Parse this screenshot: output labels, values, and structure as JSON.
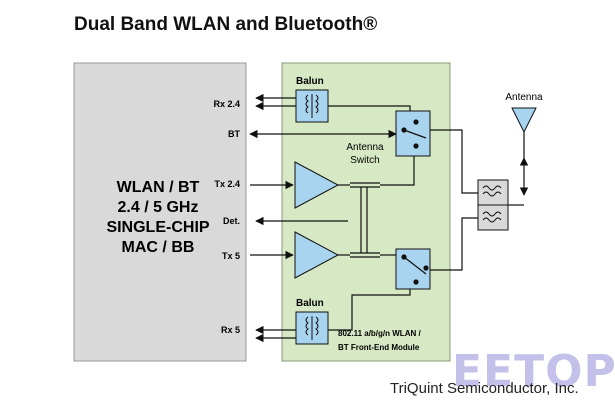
{
  "title": "Dual Band WLAN and Bluetooth®",
  "chip": {
    "line1": "WLAN / BT",
    "line2": "2.4 / 5 GHz",
    "line3": "SINGLE-CHIP",
    "line4": "MAC / BB"
  },
  "pins": {
    "rx24": "Rx 2.4",
    "bt": "BT",
    "tx24": "Tx 2.4",
    "det": "Det.",
    "tx5": "Tx 5",
    "rx5": "Rx 5"
  },
  "module": {
    "balun_top": "Balun",
    "balun_bottom": "Balun",
    "switch_line1": "Antenna",
    "switch_line2": "Switch",
    "caption_line1": "802.11 a/b/g/n WLAN /",
    "caption_line2": "BT Front-End Module"
  },
  "antenna_label": "Antenna",
  "footer": "TriQuint Semiconductor, Inc.",
  "watermark": "EETOP",
  "colors": {
    "chip_fill": "#d9d9d9",
    "module_fill": "#d7e8c4",
    "component_fill": "#a9d4ef",
    "filter_fill": "#d9d9d9",
    "line": "#111111"
  }
}
